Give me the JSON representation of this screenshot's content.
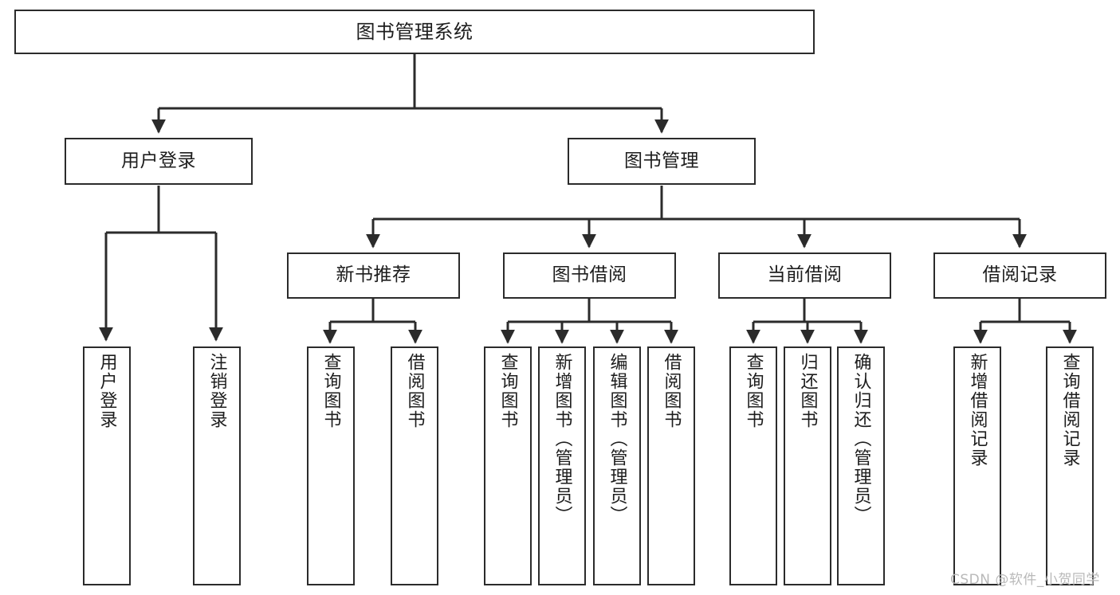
{
  "diagram": {
    "title": "图书管理系统",
    "type": "tree-structure-chart",
    "colors": {
      "box_border": "#2b2b2b",
      "box_fill": "#ffffff",
      "connector": "#2b2b2b",
      "text": "#1d1d1d",
      "watermark": "#b9b9b9",
      "background": "#ffffff"
    },
    "root": {
      "label": "图书管理系统"
    },
    "level2": [
      {
        "label": "用户登录"
      },
      {
        "label": "图书管理"
      }
    ],
    "level3": [
      {
        "label": "新书推荐"
      },
      {
        "label": "图书借阅"
      },
      {
        "label": "当前借阅"
      },
      {
        "label": "借阅记录"
      }
    ],
    "leaves": {
      "user_login": [
        {
          "label": "用户登录"
        },
        {
          "label": "注销登录"
        }
      ],
      "new_book_recommend": [
        {
          "label": "查询图书"
        },
        {
          "label": "借阅图书"
        }
      ],
      "book_borrow": [
        {
          "label": "查询图书"
        },
        {
          "label": "新增图书（管理员）"
        },
        {
          "label": "编辑图书（管理员）"
        },
        {
          "label": "借阅图书"
        }
      ],
      "current_borrow": [
        {
          "label": "查询图书"
        },
        {
          "label": "归还图书"
        },
        {
          "label": "确认归还（管理员）"
        }
      ],
      "borrow_record": [
        {
          "label": "新增借阅记录"
        },
        {
          "label": "查询借阅记录"
        }
      ]
    }
  },
  "watermark": {
    "text": "CSDN @软件_小贺同学"
  }
}
